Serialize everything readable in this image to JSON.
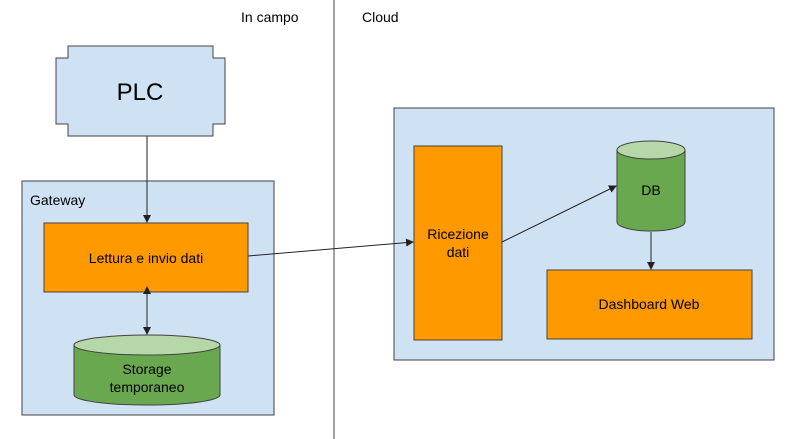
{
  "zones": {
    "field": "In campo",
    "cloud": "Cloud"
  },
  "nodes": {
    "plc": "PLC",
    "gateway": "Gateway",
    "read_send": "Lettura e invio dati",
    "storage_line1": "Storage",
    "storage_line2": "temporaneo",
    "receive_line1": "Ricezione",
    "receive_line2": "dati",
    "db": "DB",
    "dashboard": "Dashboard Web"
  },
  "colors": {
    "light_blue_fill": "#cfe2f3",
    "orange_fill": "#ff9900",
    "green_fill": "#6aa84f",
    "green_top": "#b6d7a8",
    "outline": "#434343"
  }
}
